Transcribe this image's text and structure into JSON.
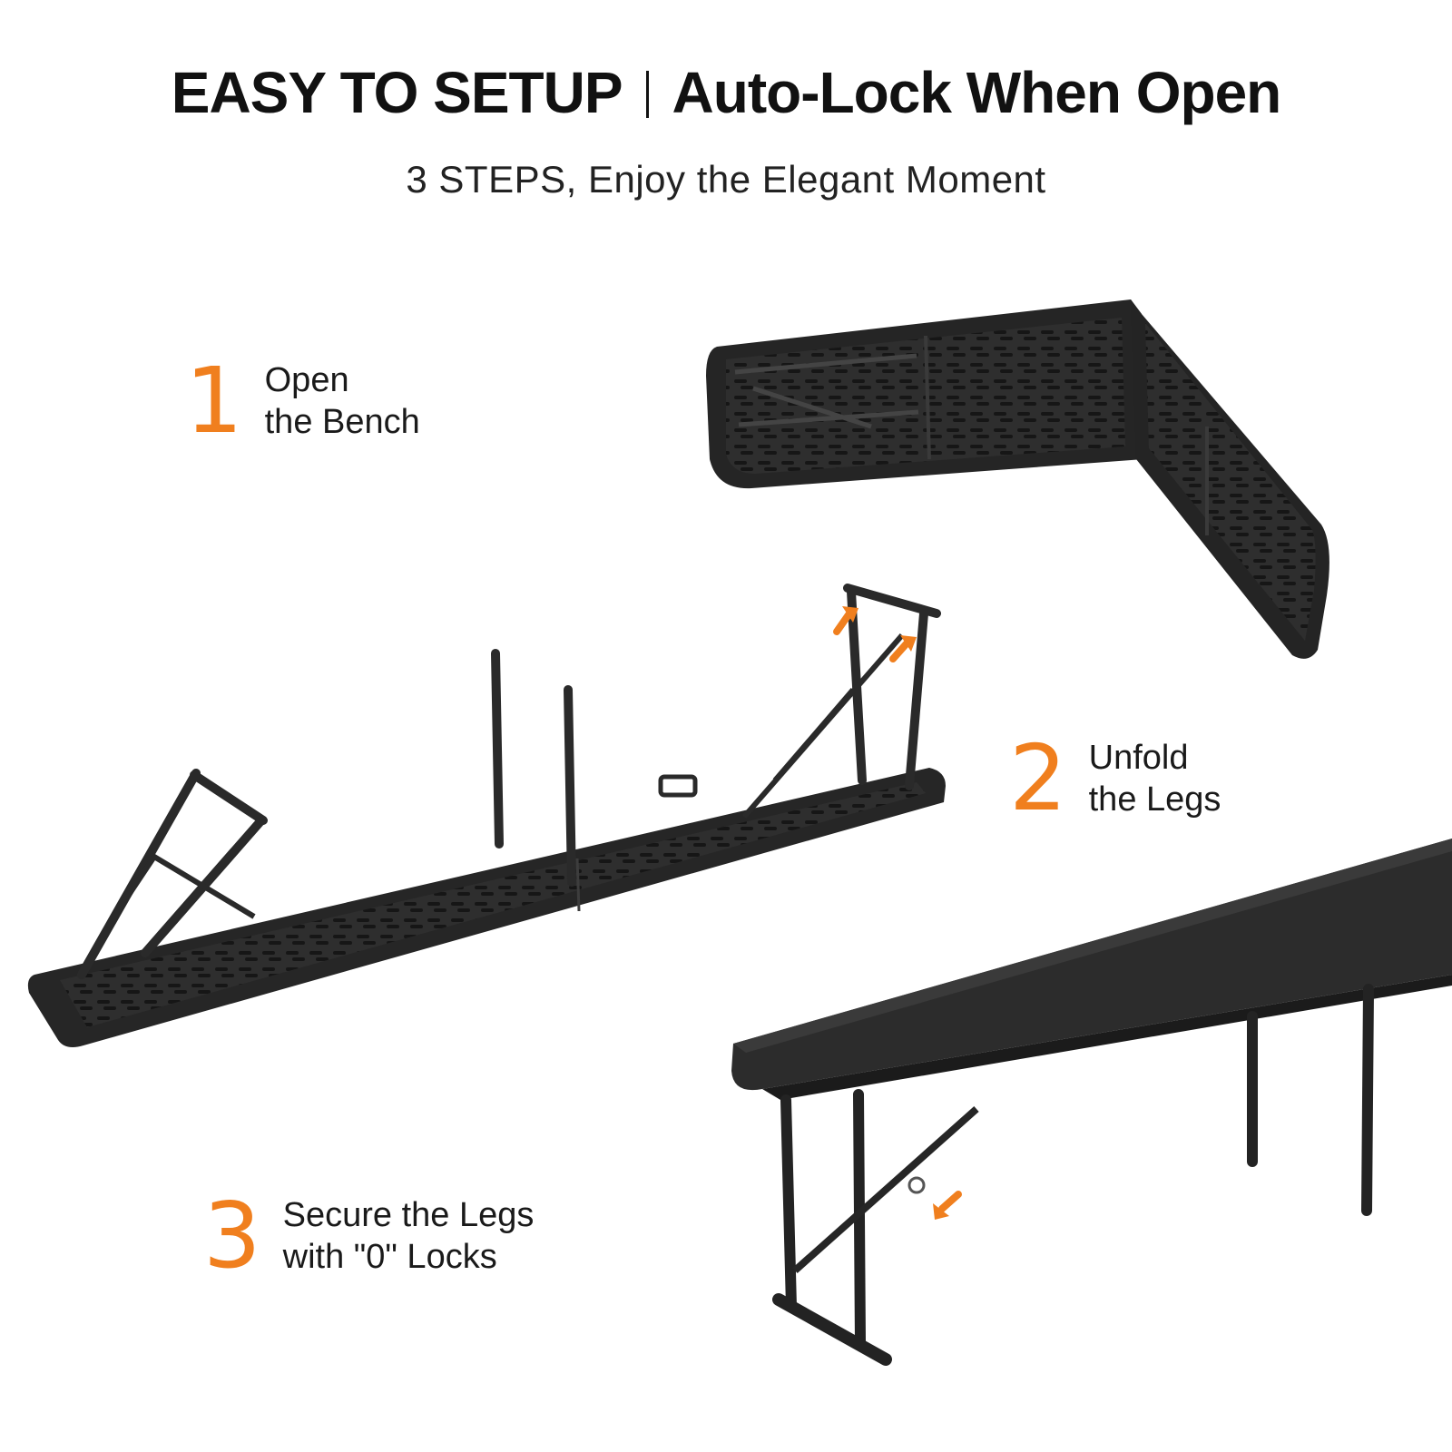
{
  "header": {
    "title_left": "EASY TO SETUP",
    "title_right": "Auto-Lock When Open",
    "subtitle": "3 STEPS, Enjoy the Elegant Moment"
  },
  "steps": [
    {
      "number": "1",
      "line1": "Open",
      "line2": "the Bench"
    },
    {
      "number": "2",
      "line1": "Unfold",
      "line2": "the Legs"
    },
    {
      "number": "3",
      "line1": "Secure the Legs",
      "line2": "with \"0\" Locks"
    }
  ],
  "colors": {
    "accent": "#f07f1e",
    "text": "#111111",
    "bench": "#2b2b2b",
    "bench_edge": "#1a1a1a",
    "background": "#ffffff"
  },
  "icons": [
    "arrow-up-right-icon",
    "arrow-down-left-icon"
  ]
}
